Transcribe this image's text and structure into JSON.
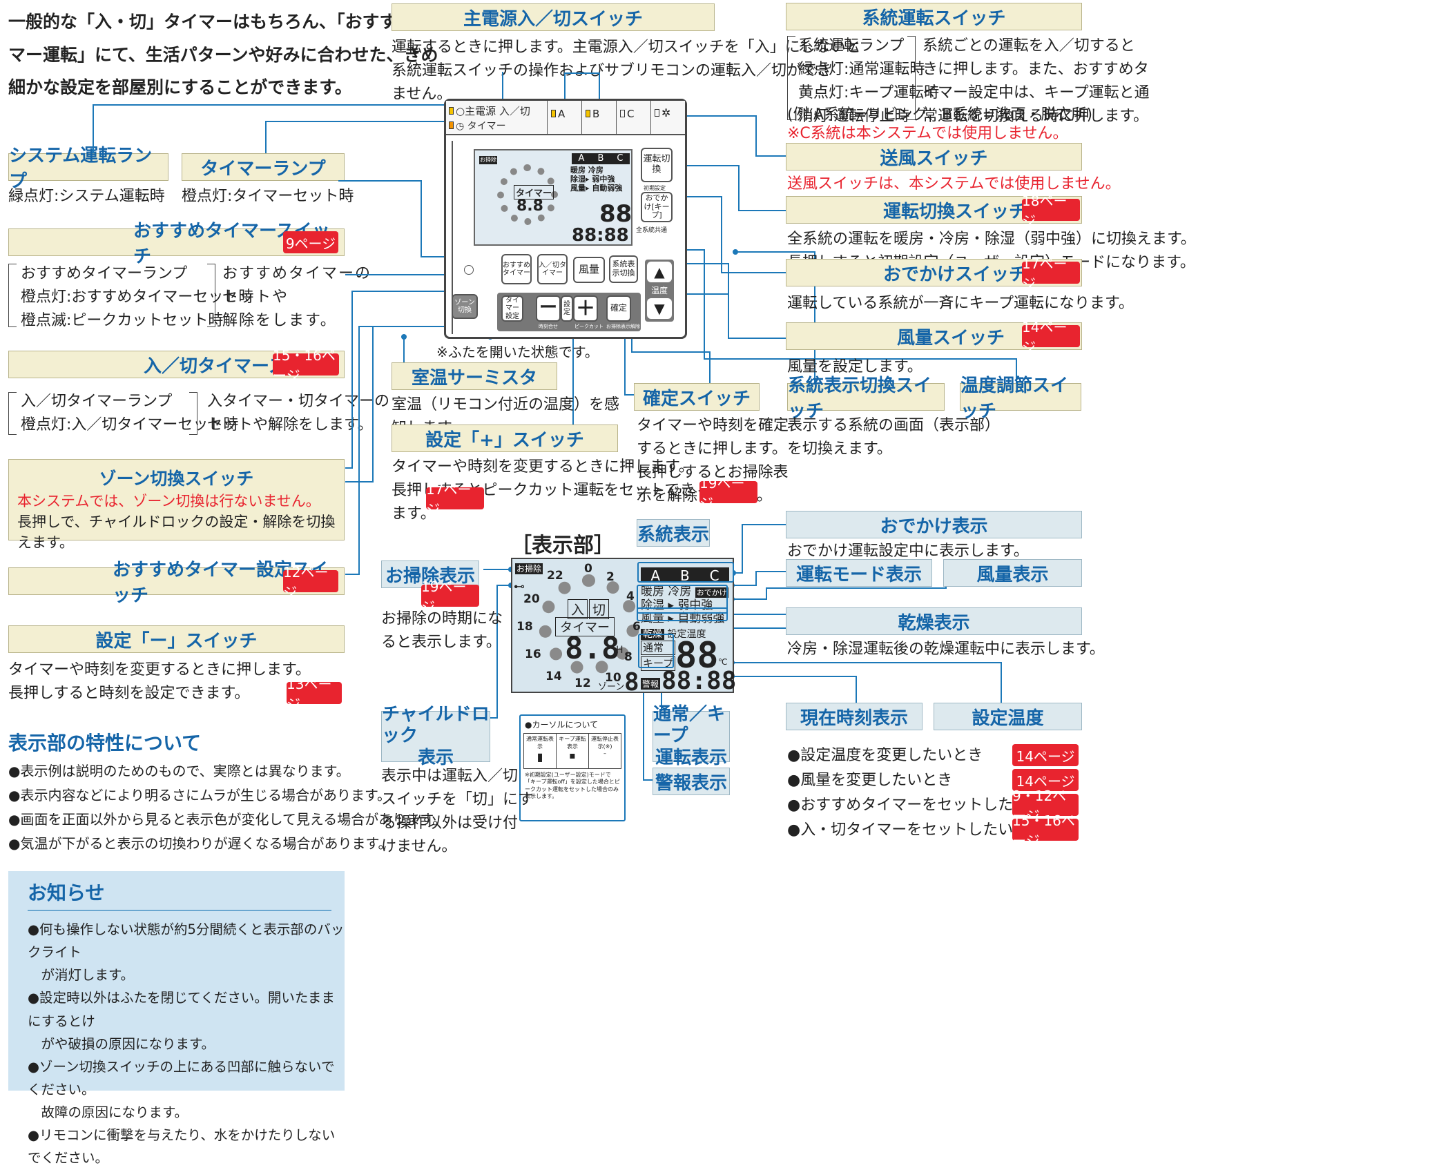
{
  "intro": [
    "一般的な「入・切」タイマーはもちろん、「おすすめタイ",
    "マー運転」にて、生活パターンや好みに合わせた、きめ",
    "細かな設定を部屋別にすることができます。"
  ],
  "system_lamp": {
    "title": "システム運転ランプ",
    "desc": "緑点灯:システム運転時"
  },
  "timer_lamp": {
    "title": "タイマーランプ",
    "desc": "橙点灯:タイマーセット時"
  },
  "rec_timer": {
    "title": "おすすめタイマースイッチ",
    "page": "9ページ",
    "lamp": "おすすめタイマーランプ",
    "l1": "橙点灯:おすすめタイマーセット時",
    "l2": "橙点滅:ピークカットセット時",
    "desc": [
      "おすすめタイマーの",
      "セットや",
      "解除をします。"
    ]
  },
  "onoff_timer": {
    "title": "入／切タイマースイッチ",
    "page": "15・16ページ",
    "lamp": "入／切タイマーランプ",
    "l1": "橙点灯:入／切タイマーセット時",
    "desc": [
      "入タイマー・切タイマーの",
      "セットや解除をします。"
    ]
  },
  "zone": {
    "title": "ゾーン切換スイッチ",
    "red": "本システムでは、ゾーン切換は行ないません。",
    "desc": "長押しで、チャイルドロックの設定・解除を切換えます。"
  },
  "rec_set": {
    "title": "おすすめタイマー設定スイッチ",
    "page": "12ページ"
  },
  "minus": {
    "title": "設定「ー」スイッチ",
    "d1": "タイマーや時刻を変更するときに押します。",
    "d2": "長押しすると時刻を設定できます。",
    "page": "13ページ"
  },
  "display_props": {
    "title": "表示部の特性について",
    "items": [
      "●表示例は説明のためのもので、実際とは異なります。",
      "●表示内容などにより明るさにムラが生じる場合があります。",
      "●画面を正面以外から見ると表示色が変化して見える場合があります。",
      "●気温が下がると表示の切換わりが遅くなる場合があります。"
    ]
  },
  "notice": {
    "title": "お知らせ",
    "items": [
      "●何も操作しない状態が約5分間続くと表示部のバックライト",
      "　が消灯します。",
      "●設定時以外はふたを閉じてください。開いたままにするとけ",
      "　がや破損の原因になります。",
      "●ゾーン切換スイッチの上にある凹部に触らないでください。",
      "　故障の原因になります。",
      "●リモコンに衝撃を与えたり、水をかけたりしないでください。"
    ]
  },
  "main_power": {
    "title": "主電源入／切スイッチ",
    "desc": [
      "運転するときに押します。主電源入／切スイッチを「入」にしないと",
      "系統運転スイッチの操作およびサブリモコンの運転入／切ができ",
      "ません。"
    ]
  },
  "system_switch": {
    "title": "系統運転スイッチ",
    "lamp": [
      "系統運転ランプ",
      "緑点灯:通常運転時",
      "黄点灯:キープ運転時",
      "消灯:運転停止時"
    ],
    "desc": [
      "系統ごとの運転を入／切すると",
      "きに押します。また、おすすめタ",
      "イマー設定中は、キープ運転と通",
      "常運転を切換える時に押します。"
    ],
    "ex": "(例:A系統=リビング、B系統=洗面・脱衣所)",
    "red": "※C系統は本システムでは使用しません。"
  },
  "fan": {
    "title": "送風スイッチ",
    "red": "送風スイッチは、本システムでは使用しません。"
  },
  "mode": {
    "title": "運転切換スイッチ",
    "page": "18ページ",
    "desc": [
      "全系統の運転を暖房・冷房・除湿（弱中強）に切換えます。",
      "長押しすると初期設定（ユーザー設定）モードになります。"
    ]
  },
  "out": {
    "title": "おでかけスイッチ",
    "page": "17ページ",
    "desc": "運転している系統が一斉にキープ運転になります。"
  },
  "vol": {
    "title": "風量スイッチ",
    "page": "14ページ",
    "desc": "風量を設定します。"
  },
  "lid_note": "※ふたを開いた状態です。",
  "thermistor": {
    "title": "室温サーミスタ",
    "desc": [
      "室温（リモコン付近の温度）を感",
      "知します。"
    ]
  },
  "plus": {
    "title": "設定「+」スイッチ",
    "desc": [
      "タイマーや時刻を変更するときに押します。",
      "長押しするとピークカット運転をセットでき",
      "ます。"
    ],
    "page": "17ページ"
  },
  "confirm": {
    "title": "確定スイッチ",
    "desc": [
      "タイマーや時刻を確定",
      "するときに押します。",
      "長押しするとお掃除表",
      "示を解除できます。"
    ],
    "page": "19ページ"
  },
  "sysdisp": {
    "title": "系統表示切換スイッチ",
    "desc": [
      "表示する系統の画面（表示部）",
      "を切換えます。"
    ]
  },
  "temp_sw": {
    "title": "温度調節スイッチ"
  },
  "disp_title": "［表示部］",
  "sys_indicator": {
    "title": "系統表示"
  },
  "clean": {
    "title": "お掃除表示",
    "page": "19ページ",
    "desc": [
      "お掃除の時期にな",
      "ると表示します。"
    ]
  },
  "child": {
    "title": [
      "チャイルドロック",
      "表示"
    ],
    "desc": [
      "表示中は運転入／切",
      "スイッチを「切」にす",
      "る操作以外は受け付",
      "けません。"
    ]
  },
  "normal_keep": {
    "title": [
      "通常／キープ",
      "運転表示"
    ]
  },
  "alarm": {
    "title": "警報表示"
  },
  "outdisp": {
    "title": "おでかけ表示",
    "desc": "おでかけ運転設定中に表示します。"
  },
  "modedisp": {
    "title": "運転モード表示"
  },
  "voldisp": {
    "title": "風量表示"
  },
  "dry": {
    "title": "乾燥表示",
    "desc": "冷房・除湿運転後の乾燥運転中に表示します。"
  },
  "clock": {
    "title": "現在時刻表示"
  },
  "settemp": {
    "title": "設定温度"
  },
  "refs": [
    {
      "t": "●設定温度を変更したいとき",
      "p": "14ページ"
    },
    {
      "t": "●風量を変更したいとき",
      "p": "14ページ"
    },
    {
      "t": "●おすすめタイマーをセットしたいとき",
      "p": "9・12ページ"
    },
    {
      "t": "●入・切タイマーをセットしたいとき",
      "p": "15・16ページ"
    }
  ],
  "cursor": {
    "title": "●カーソルについて",
    "c1": "通常運転表示",
    "c2": "キープ運転表示",
    "c3": "運転停止表示(※)",
    "note": "※初期設定(ユーザー設定)モードで「キープ運転off」を設定した場合とピークカット運転をセットした場合のみ表示します。"
  },
  "remote": {
    "power": "主電源 入／切",
    "timer": "タイマー",
    "a": "A",
    "b": "B",
    "c": "C",
    "fan_icon": "fan-icon",
    "btn_mode": "運転切換",
    "btn_mode_sub": "初期設定",
    "btn_out": "おでかけ[キープ]",
    "common": "全系統共通",
    "btn_rec": "おすすめタイマー",
    "btn_onoff": "入／切タイマー",
    "btn_vol": "風量",
    "btn_sys": "系統表示切換",
    "btn_zone": "ゾーン切換",
    "btn_tset": "タイマー設定",
    "btn_minus": "ー",
    "btn_set": "設定",
    "btn_plus": "＋",
    "btn_ok": "確定",
    "sub_time": "時刻合せ",
    "sub_peak": "ピークカット",
    "sub_clean": "お掃除表示解除",
    "temp": "温度"
  },
  "lcd": {
    "clean": "お掃除",
    "a": "A",
    "b": "B",
    "c": "C",
    "heat": "暖房",
    "cool": "冷房",
    "odekake": "おでかけ",
    "dehum": "除湿",
    "wchs": "▸ 弱中強",
    "fan": "風量",
    "auto": "▸ 自動弱強",
    "dry": "乾燥",
    "settemp": "設定温度",
    "on": "入",
    "off": "切",
    "timer": "タイマー",
    "hh": "8.8",
    "h": "H",
    "normal": "通常",
    "keep": "キープ",
    "temp": "88",
    "c_unit": "℃",
    "zone": "ゾーン",
    "z8": "8",
    "alarm": "警報",
    "clock": "88:88",
    "n0": "0",
    "n2": "2",
    "n4": "4",
    "n6": "6",
    "n8": "8",
    "n10": "10",
    "n12": "12",
    "n14": "14",
    "n16": "16",
    "n18": "18",
    "n20": "20",
    "n22": "22"
  }
}
